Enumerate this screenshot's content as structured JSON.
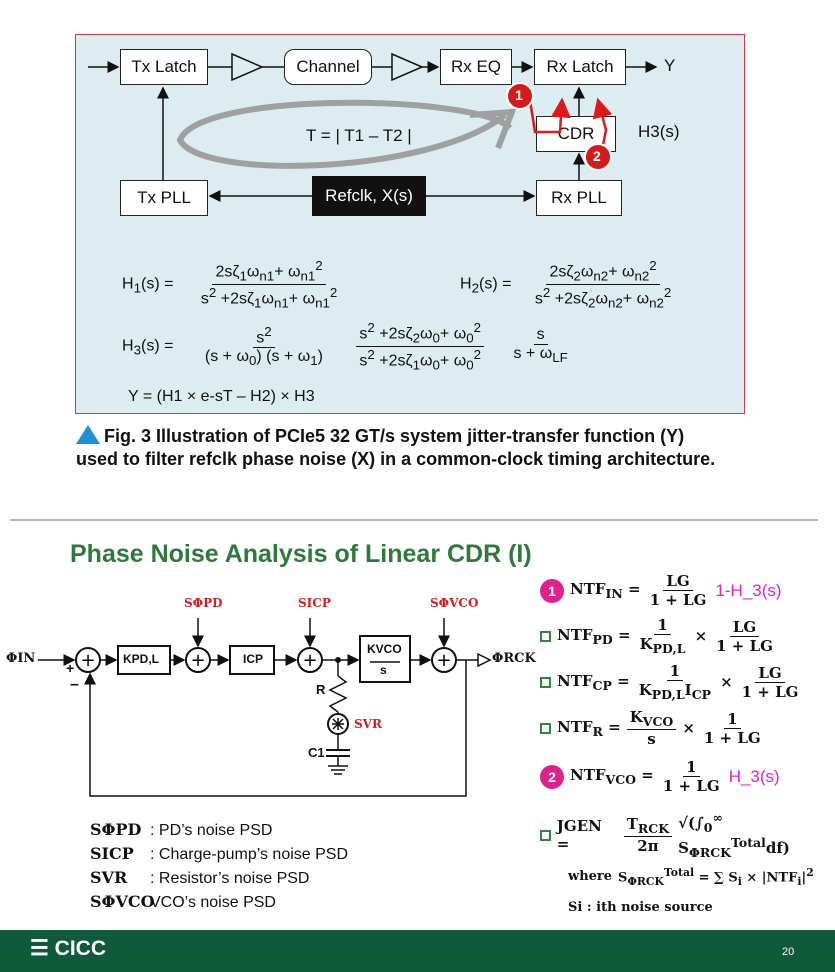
{
  "figure": {
    "blocks": {
      "tx_latch": "Tx Latch",
      "channel": "Channel",
      "rx_eq": "Rx EQ",
      "rx_latch": "Rx Latch",
      "cdr": "CDR",
      "tx_pll": "Tx PLL",
      "refclk": "Refclk, X(s)",
      "rx_pll": "Rx PLL"
    },
    "output_label": "Y",
    "h3_label": "H3(s)",
    "t_label": "T = | T1 – T2 |",
    "markers": [
      "1",
      "2"
    ],
    "eq_y": "Y = (H1 × e-sT – H2) × H3"
  },
  "caption": "Fig. 3  Illustration of PCIe5 32 GT/s system jitter-transfer function (Y) used to filter refclk phase noise (X) in a common-clock timing architecture.",
  "slide": {
    "title": "Phase Noise Analysis of Linear CDR (I)",
    "loop": {
      "input": "ΦIN",
      "output": "ΦRCK",
      "kpd": "KPD,L",
      "icp": "ICP",
      "kvco_num": "KVCO",
      "kvco_den": "s",
      "r": "R",
      "c": "C1",
      "noise_pd": "SΦPD",
      "noise_icp": "SICP",
      "noise_vco": "SΦVCO",
      "noise_r": "SVR",
      "plus": "+",
      "minus": "–"
    },
    "legend": [
      {
        "sym": "SΦPD",
        "text": ": PD’s noise PSD"
      },
      {
        "sym": "SICP",
        "text": ": Charge-pump’s noise PSD"
      },
      {
        "sym": "SVR",
        "text": ": Resistor’s noise PSD"
      },
      {
        "sym": "SΦVCO",
        "text": "VCO’s noise PSD"
      }
    ],
    "ntf": {
      "in_annot": "1-H_3(s)",
      "vco_annot": "H_3(s)",
      "where": "where",
      "si_note": "Si : ith noise source"
    },
    "footer_logo": "CICC",
    "page_number": "20"
  }
}
